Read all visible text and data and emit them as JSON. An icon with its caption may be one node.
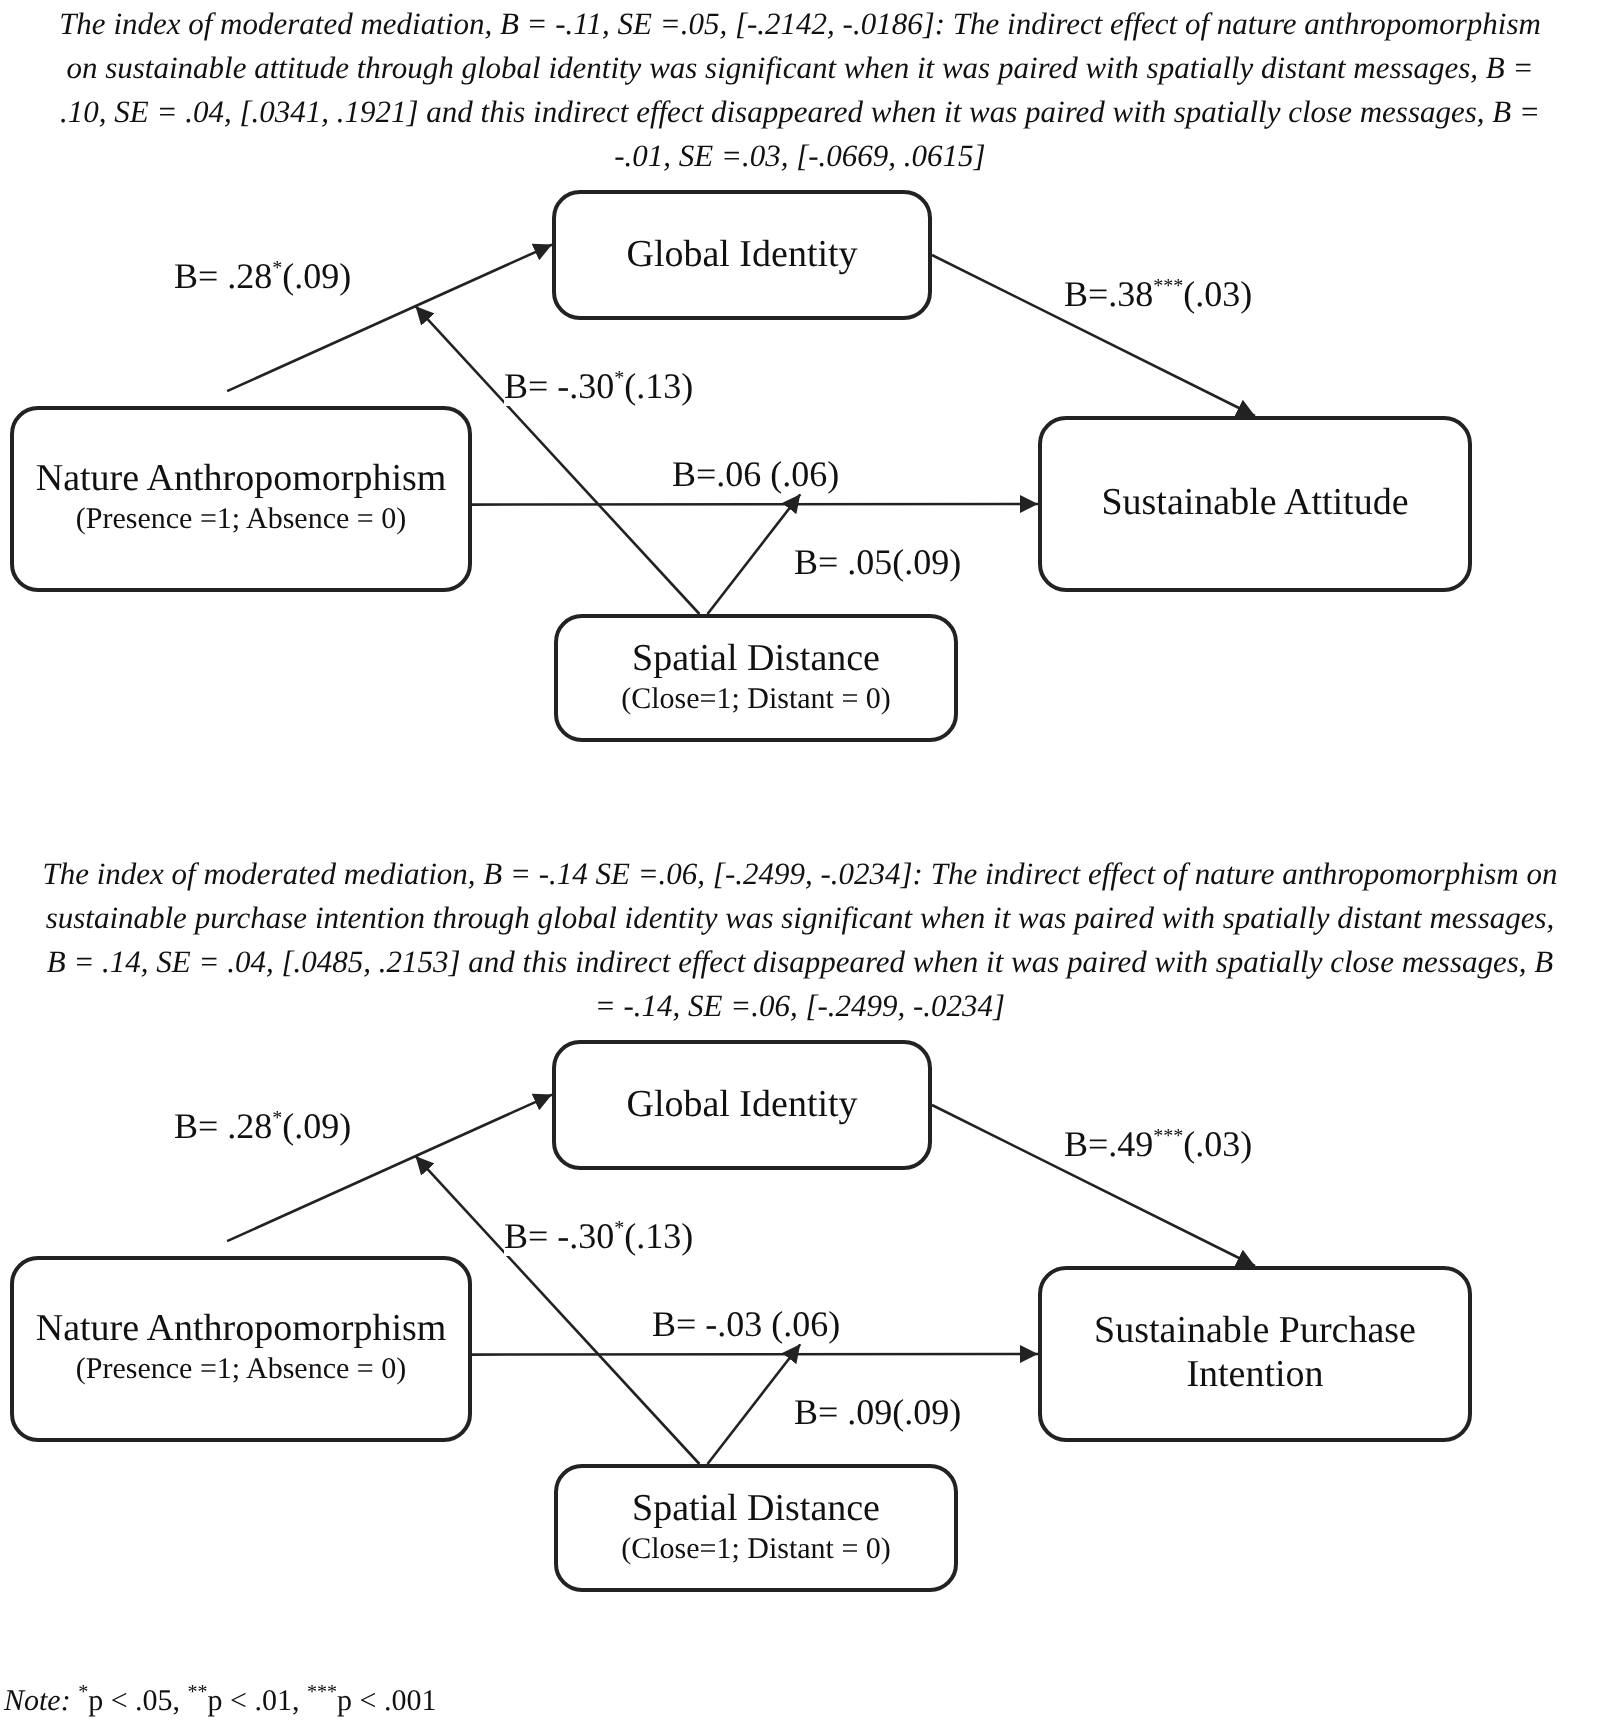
{
  "diagram": {
    "nodes": [
      {
        "text": [
          "Global Identity"
        ]
      },
      {
        "text": [
          "Nature Anthropomorphism",
          "(Presence =1; Absence = 0)"
        ]
      },
      {
        "text": [
          "Sustainable Attitude"
        ]
      },
      {
        "text": [
          "Spatial Distance",
          "(Close=1; Distant = 0)"
        ]
      },
      {
        "text": [
          "Global Identity"
        ]
      },
      {
        "text": [
          "Nature Anthropomorphism",
          "(Presence =1; Absence = 0)"
        ]
      },
      {
        "text": [
          "Sustainable Purchase Intention"
        ]
      },
      {
        "text": [
          "Spatial Distance",
          "(Close=1; Distant = 0)"
        ]
      }
    ],
    "edges": [
      {
        "from": 1,
        "to": 0,
        "arrow": "to",
        "label": "B= .28$^{*}$(.09)"
      },
      {
        "from": 0,
        "to": 2,
        "arrow": "to",
        "label": "B=.38$^{***}$(.03)"
      },
      {
        "from": 1,
        "to": 2,
        "arrow": "to",
        "label": "B=.06 (.06)"
      },
      {
        "from": 3,
        "to": null,
        "arrow": "to",
        "label": "B= -.30$^{*}$(.13)"
      },
      {
        "from": 3,
        "to": null,
        "arrow": "to",
        "label": "B= .05(.09)"
      },
      {
        "from": 5,
        "to": 4,
        "arrow": "to",
        "label": "B= .28$^{*}$(.09)"
      },
      {
        "from": 4,
        "to": 6,
        "arrow": "to",
        "label": "B=.49$^{***}$(.03)"
      },
      {
        "from": 5,
        "to": 6,
        "arrow": "to",
        "label": "B= -.03 (.06)"
      },
      {
        "from": 7,
        "to": null,
        "arrow": "to",
        "label": "B= -.30$^{*}$(.13)"
      },
      {
        "from": 7,
        "to": null,
        "arrow": "to",
        "label": "B= .09(.09)"
      }
    ],
    "labels": [
      "The index of moderated mediation, B = -.11, SE =.05, [-.2142, -.0186]: The indirect effect of nature anthropomorphism on sustainable attitude through global identity was significant when it was paired with spatially distant messages, B = .10, SE = .04, [.0341, .1921] and this indirect effect disappeared when it was paired with spatially close messages, B = -.01, SE =.03, [-.0669, .0615]",
      "The index of moderated mediation, B = -.14 SE =.06, [-.2499, -.0234]: The indirect effect of nature anthropomorphism on sustainable purchase intention through global identity was significant when it was paired with spatially distant messages, B = .14, SE = .04, [.0485, .2153] and this indirect effect disappeared when it was paired with spatially close messages, B = -.14, SE =.06, [-.2499, -.0234]",
      "*Note:* $^{*}$p < .05, $^{**}$p < .01, $^{***}$p < .001"
    ]
  }
}
